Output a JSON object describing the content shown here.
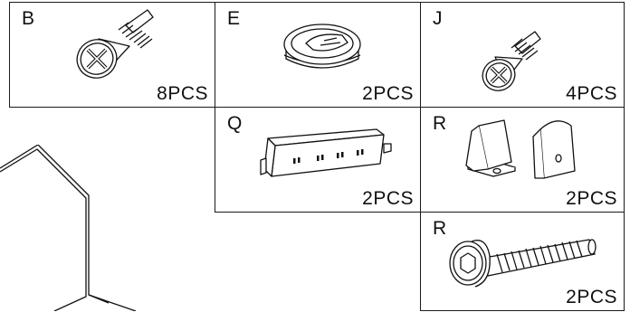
{
  "parts": [
    {
      "letter": "B",
      "qty": "8PCS",
      "icon": "tapping-screw-icon"
    },
    {
      "letter": "E",
      "qty": "2PCS",
      "icon": "grommet-cap-icon"
    },
    {
      "letter": "J",
      "qty": "4PCS",
      "icon": "tapping-screw-icon"
    },
    {
      "letter": "Q",
      "qty": "2PCS",
      "icon": "power-strip-icon"
    },
    {
      "letter": "R",
      "qty": "2PCS",
      "icon": "bracket-pair-icon"
    },
    {
      "letter": "R",
      "qty": "2PCS",
      "icon": "hex-socket-bolt-icon"
    }
  ]
}
